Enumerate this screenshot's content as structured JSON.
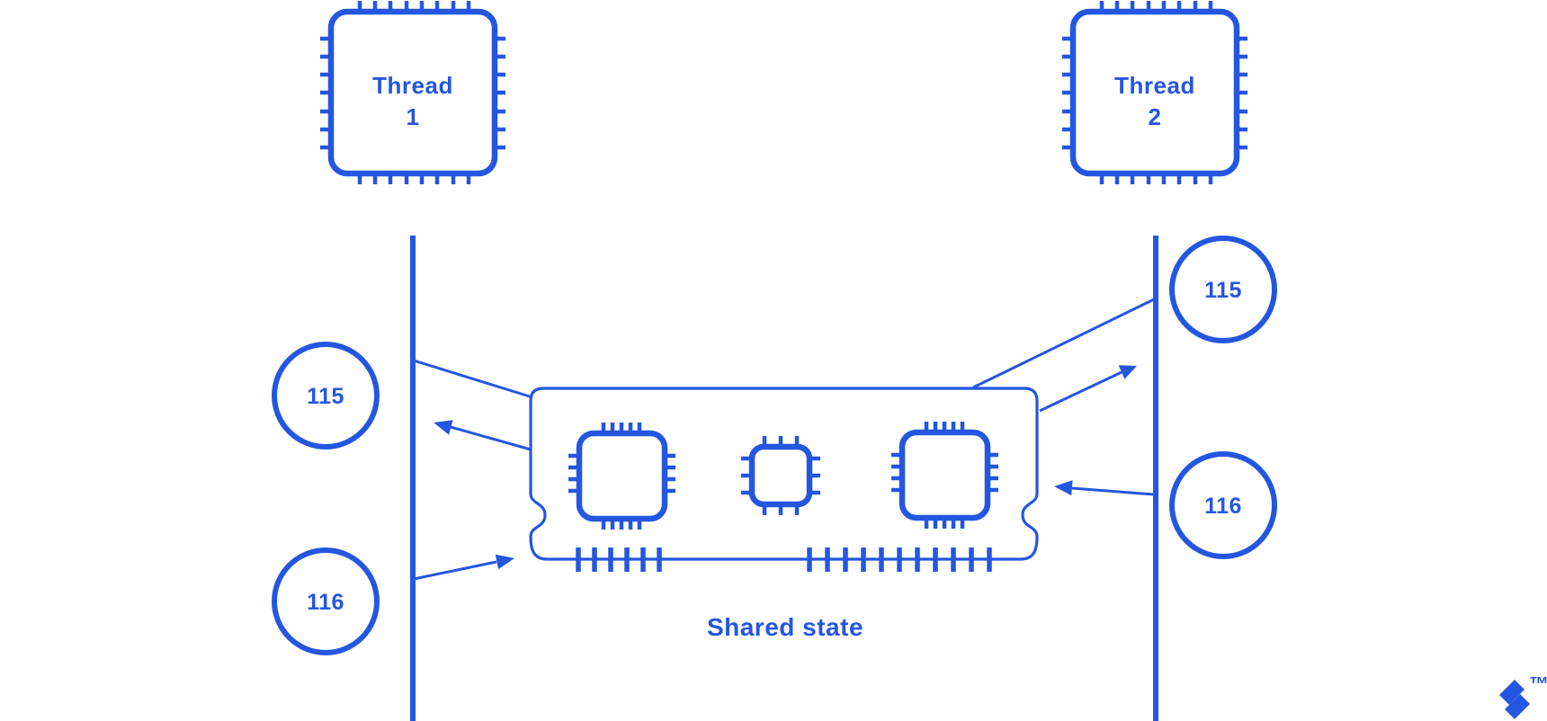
{
  "colors": {
    "accent": "#2456DF",
    "background": "#FFFFFF"
  },
  "threads": [
    {
      "id": "thread-1",
      "label_line1": "Thread",
      "label_line2": "1"
    },
    {
      "id": "thread-2",
      "label_line1": "Thread",
      "label_line2": "2"
    }
  ],
  "left_timeline": {
    "read_value": "115",
    "write_value": "116"
  },
  "right_timeline": {
    "read_value": "115",
    "write_value": "116"
  },
  "memory": {
    "label": "Shared state"
  },
  "logo": {
    "trademark": "™"
  }
}
